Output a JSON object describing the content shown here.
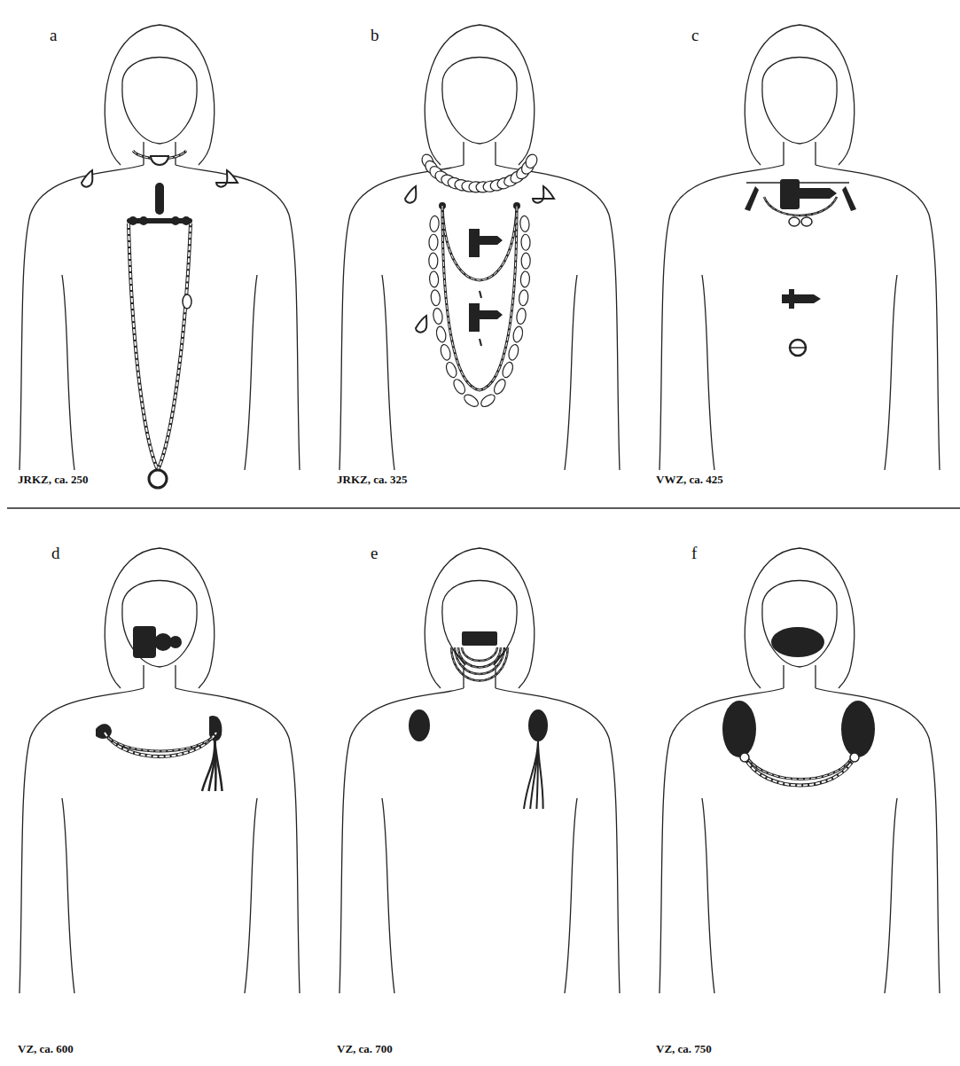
{
  "diagram": {
    "labels": [
      "a",
      "JRKZ, ca. 250",
      "b",
      "JRKZ, ca. 325",
      "c",
      "VWZ, ca. 425",
      "d",
      "VZ, ca. 600",
      "e",
      "VZ, ca. 700",
      "f",
      "VZ, ca. 750"
    ]
  }
}
